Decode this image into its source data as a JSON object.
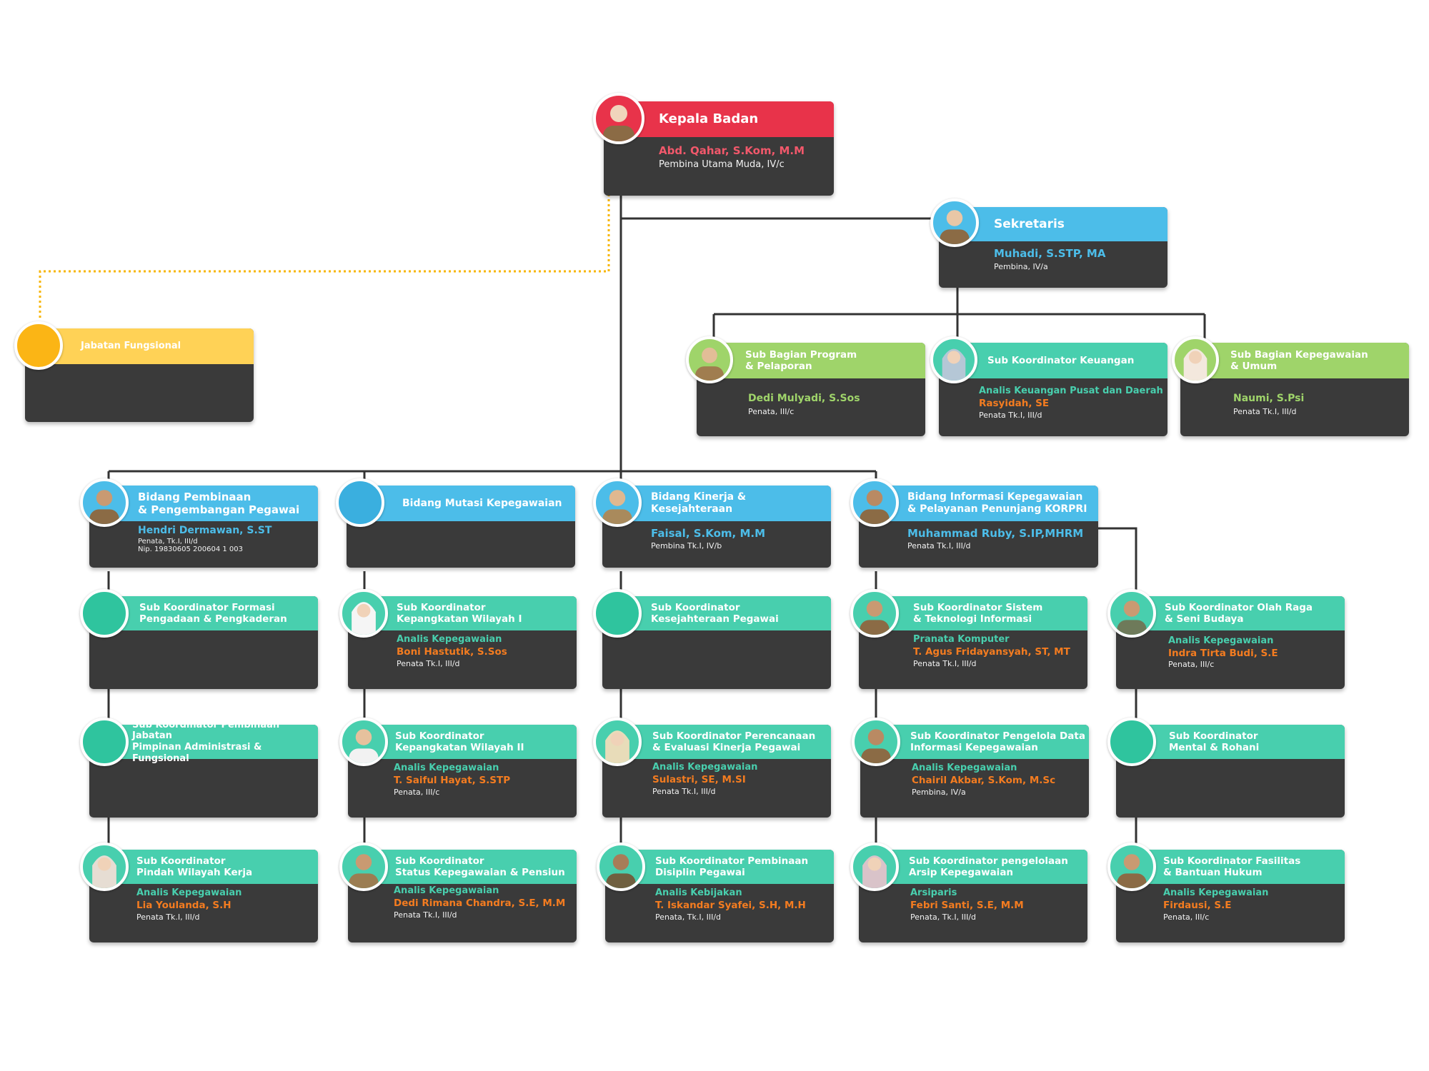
{
  "colors": {
    "red": "#e8334a",
    "blue": "#4cbde9",
    "green_light": "#9fd46a",
    "teal": "#48cfae",
    "yellow": "#ffd256",
    "orange_circle": "#fbb515",
    "dark": "#3a3a3a",
    "name_orange": "#f47c20",
    "line": "#333333"
  },
  "kepala": {
    "title": "Kepala Badan",
    "name": "Abd. Qahar, S.Kom, M.M",
    "rank": "Pembina Utama Muda, IV/c"
  },
  "sekretaris": {
    "title": "Sekretaris",
    "name": "Muhadi, S.STP, MA",
    "rank": "Pembina, IV/a"
  },
  "fungsional": {
    "title": "Jabatan Fungsional"
  },
  "sub_bagian": [
    {
      "title": "Sub Bagian Program\n& Pelaporan",
      "role": "",
      "name": "Dedi Mulyadi, S.Sos",
      "rank": "Penata, III/c"
    },
    {
      "title": "Sub Koordinator Keuangan",
      "role": "Analis Keuangan Pusat dan Daerah",
      "name": "Rasyidah, SE",
      "rank": "Penata Tk.I, III/d"
    },
    {
      "title": "Sub Bagian Kepegawaian\n& Umum",
      "role": "",
      "name": "Naumi, S.Psi",
      "rank": "Penata Tk.I, III/d"
    }
  ],
  "bidang": [
    {
      "title": "Bidang Pembinaan\n& Pengembangan Pegawai",
      "name": "Hendri Dermawan, S.ST",
      "rank": "Penata, Tk.I, III/d",
      "nip": "Nip. 19830605 200604 1 003"
    },
    {
      "title": "Bidang Mutasi Kepegawaian",
      "name": "",
      "rank": "",
      "nip": ""
    },
    {
      "title": "Bidang Kinerja & Kesejahteraan",
      "name": "Faisal, S.Kom, M.M",
      "rank": "Pembina Tk.I, IV/b",
      "nip": ""
    },
    {
      "title": "Bidang Informasi Kepegawaian\n& Pelayanan Penunjang KORPRI",
      "name": "Muhammad Ruby, S.IP,MHRM",
      "rank": "Penata Tk.I, III/d",
      "nip": ""
    }
  ],
  "sub_koordinator": [
    [
      {
        "title": "Sub Koordinator Formasi\nPengadaan & Pengkaderan",
        "role": "",
        "name": "",
        "rank": ""
      },
      {
        "title": "Sub Koordinator Pembinaan Jabatan\nPimpinan Administrasi & Fungsional",
        "role": "",
        "name": "",
        "rank": ""
      },
      {
        "title": "Sub Koordinator\nPindah Wilayah Kerja",
        "role": "Analis Kepegawaian",
        "name": "Lia Youlanda, S.H",
        "rank": "Penata Tk.I, III/d"
      }
    ],
    [
      {
        "title": "Sub Koordinator\nKepangkatan Wilayah I",
        "role": "Analis Kepegawaian",
        "name": "Boni Hastutik, S.Sos",
        "rank": "Penata Tk.I, III/d"
      },
      {
        "title": "Sub Koordinator\nKepangkatan Wilayah II",
        "role": "Analis Kepegawaian",
        "name": "T. Saiful Hayat, S.STP",
        "rank": "Penata, III/c"
      },
      {
        "title": "Sub Koordinator\nStatus Kepegawaian & Pensiun",
        "role": "Analis Kepegawaian",
        "name": "Dedi Rimana Chandra, S.E, M.M",
        "rank": "Penata Tk.I, III/d"
      }
    ],
    [
      {
        "title": "Sub Koordinator\nKesejahteraan Pegawai",
        "role": "",
        "name": "",
        "rank": ""
      },
      {
        "title": "Sub Koordinator Perencanaan\n& Evaluasi Kinerja Pegawai",
        "role": "Analis Kepegawaian",
        "name": "Sulastri, SE, M.SI",
        "rank": "Penata Tk.I, III/d"
      },
      {
        "title": "Sub Koordinator Pembinaan\nDisiplin Pegawai",
        "role": "Analis Kebijakan",
        "name": "T. Iskandar Syafei, S.H, M.H",
        "rank": "Penata, Tk.I, III/d"
      }
    ],
    [
      {
        "title": "Sub Koordinator Sistem\n& Teknologi Informasi",
        "role": "Pranata Komputer",
        "name": "T. Agus Fridayansyah, ST, MT",
        "rank": "Penata Tk.I, III/d"
      },
      {
        "title": "Sub Koordinator Pengelola Data\nInformasi Kepegawaian",
        "role": "Analis Kepegawaian",
        "name": "Chairil Akbar, S.Kom, M.Sc",
        "rank": "Pembina, IV/a"
      },
      {
        "title": "Sub Koordinator pengelolaan\nArsip Kepegawaian",
        "role": "Arsiparis",
        "name": "Febri Santi, S.E, M.M",
        "rank": "Penata, Tk.I, III/d"
      }
    ],
    [
      {
        "title": "Sub Koordinator Olah Raga\n& Seni Budaya",
        "role": "Analis Kepegawaian",
        "name": "Indra Tirta Budi, S.E",
        "rank": "Penata, III/c"
      },
      {
        "title": "Sub Koordinator\nMental & Rohani",
        "role": "",
        "name": "",
        "rank": ""
      },
      {
        "title": "Sub Koordinator Fasilitas\n& Bantuan Hukum",
        "role": "Analis Kepegawaian",
        "name": "Firdausi, S.E",
        "rank": "Penata, III/c"
      }
    ]
  ]
}
